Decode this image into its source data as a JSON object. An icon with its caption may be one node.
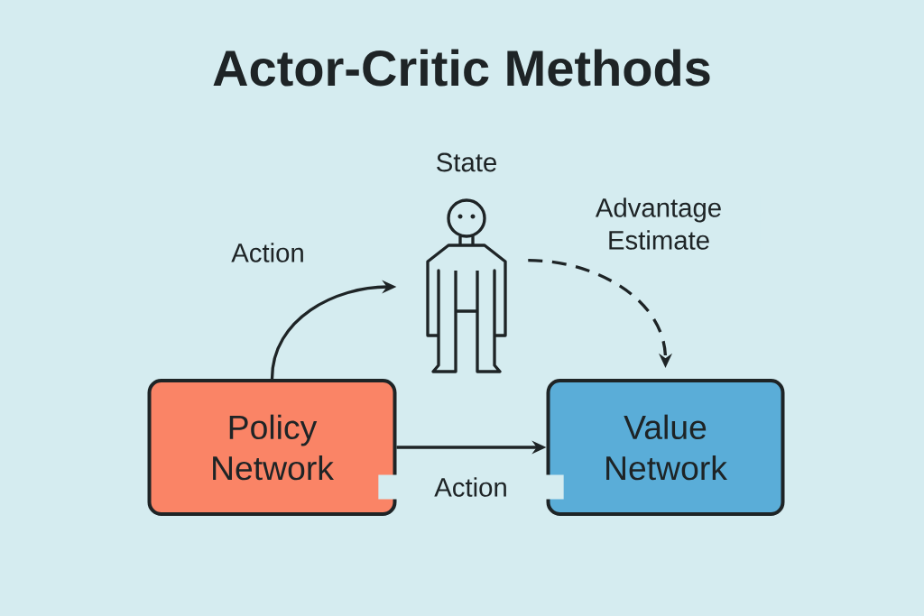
{
  "diagram": {
    "title": "Actor-Critic Methods",
    "nodes": [
      {
        "text": [
          "Policy Network"
        ]
      },
      {
        "text": [
          "State"
        ]
      },
      {
        "text": [
          "Value Network"
        ]
      }
    ],
    "edges": [
      {
        "from": 0,
        "to": 1,
        "arrow": "to",
        "label": "Action"
      },
      {
        "from": 1,
        "to": 2,
        "arrow": "to",
        "label": "Advantage Estimate",
        "style": "dashed"
      },
      {
        "from": 0,
        "to": 2,
        "arrow": "to",
        "label": "Action"
      }
    ]
  }
}
